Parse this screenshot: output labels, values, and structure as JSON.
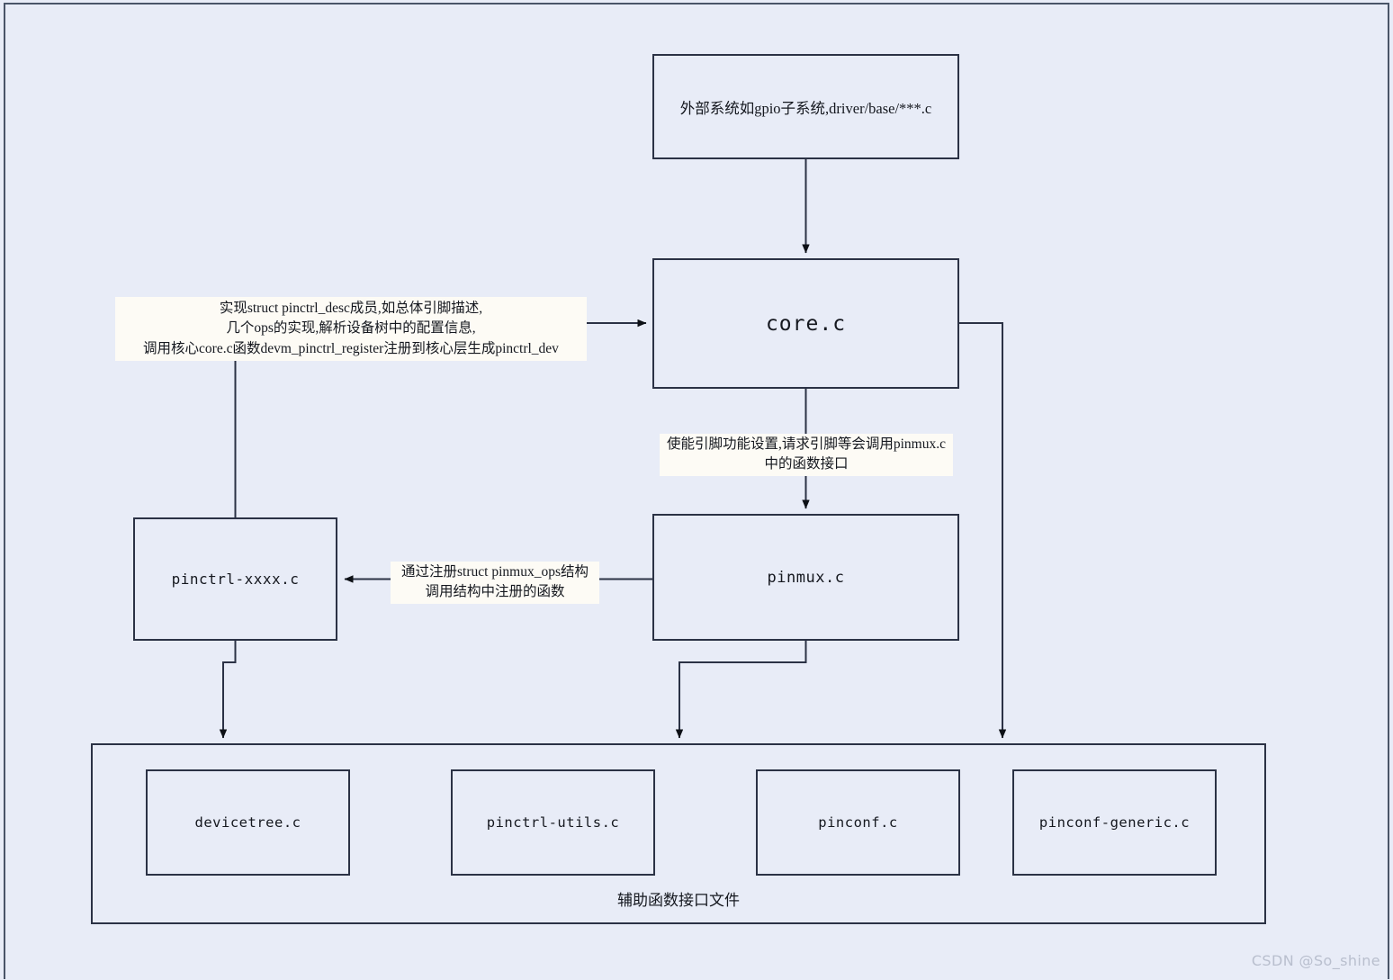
{
  "diagram": {
    "title": "Linux pinctrl subsystem source file relationship diagram",
    "frame_border_color": "#4a5568",
    "background_color": "#e8ecf7",
    "node_border_color": "#2b3245",
    "label_background_color": "#fdfbf5"
  },
  "nodes": {
    "external": {
      "label": "外部系统如gpio子系统,driver/base/***.c"
    },
    "core": {
      "label": "core.c"
    },
    "pinmux": {
      "label": "pinmux.c"
    },
    "pinctrl_driver": {
      "label": "pinctrl-xxxx.c"
    }
  },
  "helpers": {
    "caption": "辅助函数接口文件",
    "items": [
      {
        "label": "devicetree.c"
      },
      {
        "label": "pinctrl-utils.c"
      },
      {
        "label": "pinconf.c"
      },
      {
        "label": "pinconf-generic.c"
      }
    ]
  },
  "edge_labels": {
    "implement_desc": "实现struct pinctrl_desc成员,如总体引脚描述,\n几个ops的实现,解析设备树中的配置信息,\n调用核心core.c函数devm_pinctrl_register注册到核心层生成pinctrl_dev",
    "core_to_pinmux": "使能引脚功能设置,请求引脚等会调用pinmux.c\n中的函数接口",
    "pinmux_to_driver": "通过注册struct pinmux_ops结构\n调用结构中注册的函数"
  },
  "watermark": {
    "text": "CSDN @So_shine"
  }
}
